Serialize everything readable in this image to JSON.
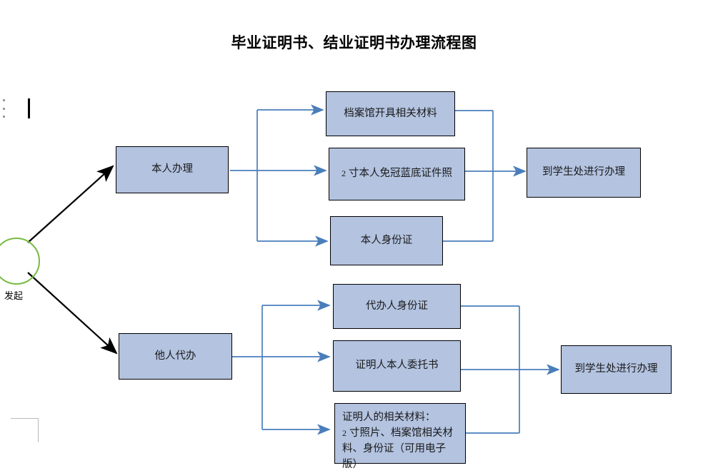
{
  "document": {
    "title": "毕业证明书、结业证明书办理流程图"
  },
  "start": {
    "label": "发起",
    "color": "#77bb41"
  },
  "theme": {
    "node_fill": "#b3c3e0",
    "node_border": "#000000",
    "connector": "#4a7ebb",
    "start_border": "#77bb41",
    "arrow_black": "#000000"
  },
  "branches": [
    {
      "name": "self",
      "decision": "本人办理",
      "requirements": [
        {
          "text": "档案馆开具相关材料"
        },
        {
          "text": "2 寸本人免冠蓝底证件照",
          "leading_number": "2",
          "rest": " 寸本人免冠蓝底证件照"
        },
        {
          "text": "本人身份证"
        }
      ],
      "result": "到学生处进行办理"
    },
    {
      "name": "proxy",
      "decision": "他人代办",
      "requirements": [
        {
          "text": "代办人身份证"
        },
        {
          "text": "证明人本人委托书"
        },
        {
          "text": "证明人的相关材料：2 寸照片、档案馆相关材料、身份证（可用电子版）",
          "lines": [
            "证明人的相关材料：",
            "2 寸照片、档案馆相关材",
            "料、身份证（可用电子版）"
          ],
          "line2_number": "2",
          "line2_rest": " 寸照片、档案馆相关材"
        }
      ],
      "result": "到学生处进行办理"
    }
  ]
}
